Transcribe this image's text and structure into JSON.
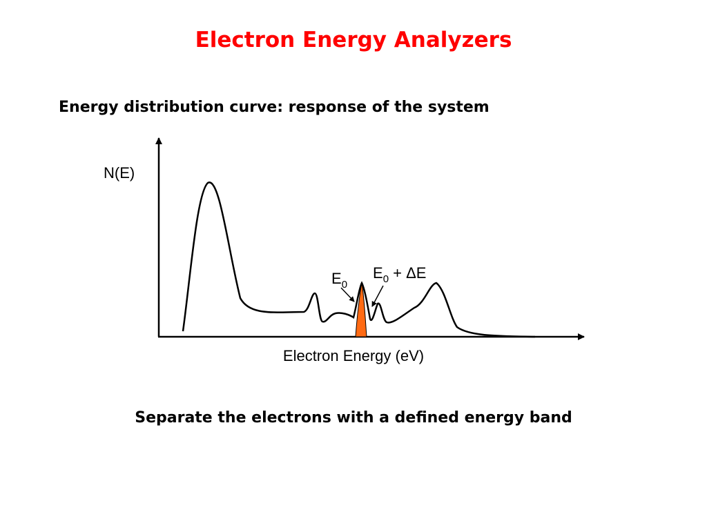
{
  "slide": {
    "title": "Electron Energy Analyzers",
    "subtitle": "Energy distribution curve: response of the system",
    "caption": "Separate the electrons with a defined energy band"
  },
  "diagram": {
    "y_axis_label": "N(E)",
    "x_axis_label": "Electron Energy (eV)",
    "marker_e0": {
      "base": "E",
      "sub": "0"
    },
    "marker_e0_delta": {
      "base": "E",
      "sub": "0",
      "suffix": " + ΔE"
    }
  },
  "colors": {
    "title": "#ff0000",
    "energy_band_fill": "#ff6a13",
    "line": "#000000"
  }
}
